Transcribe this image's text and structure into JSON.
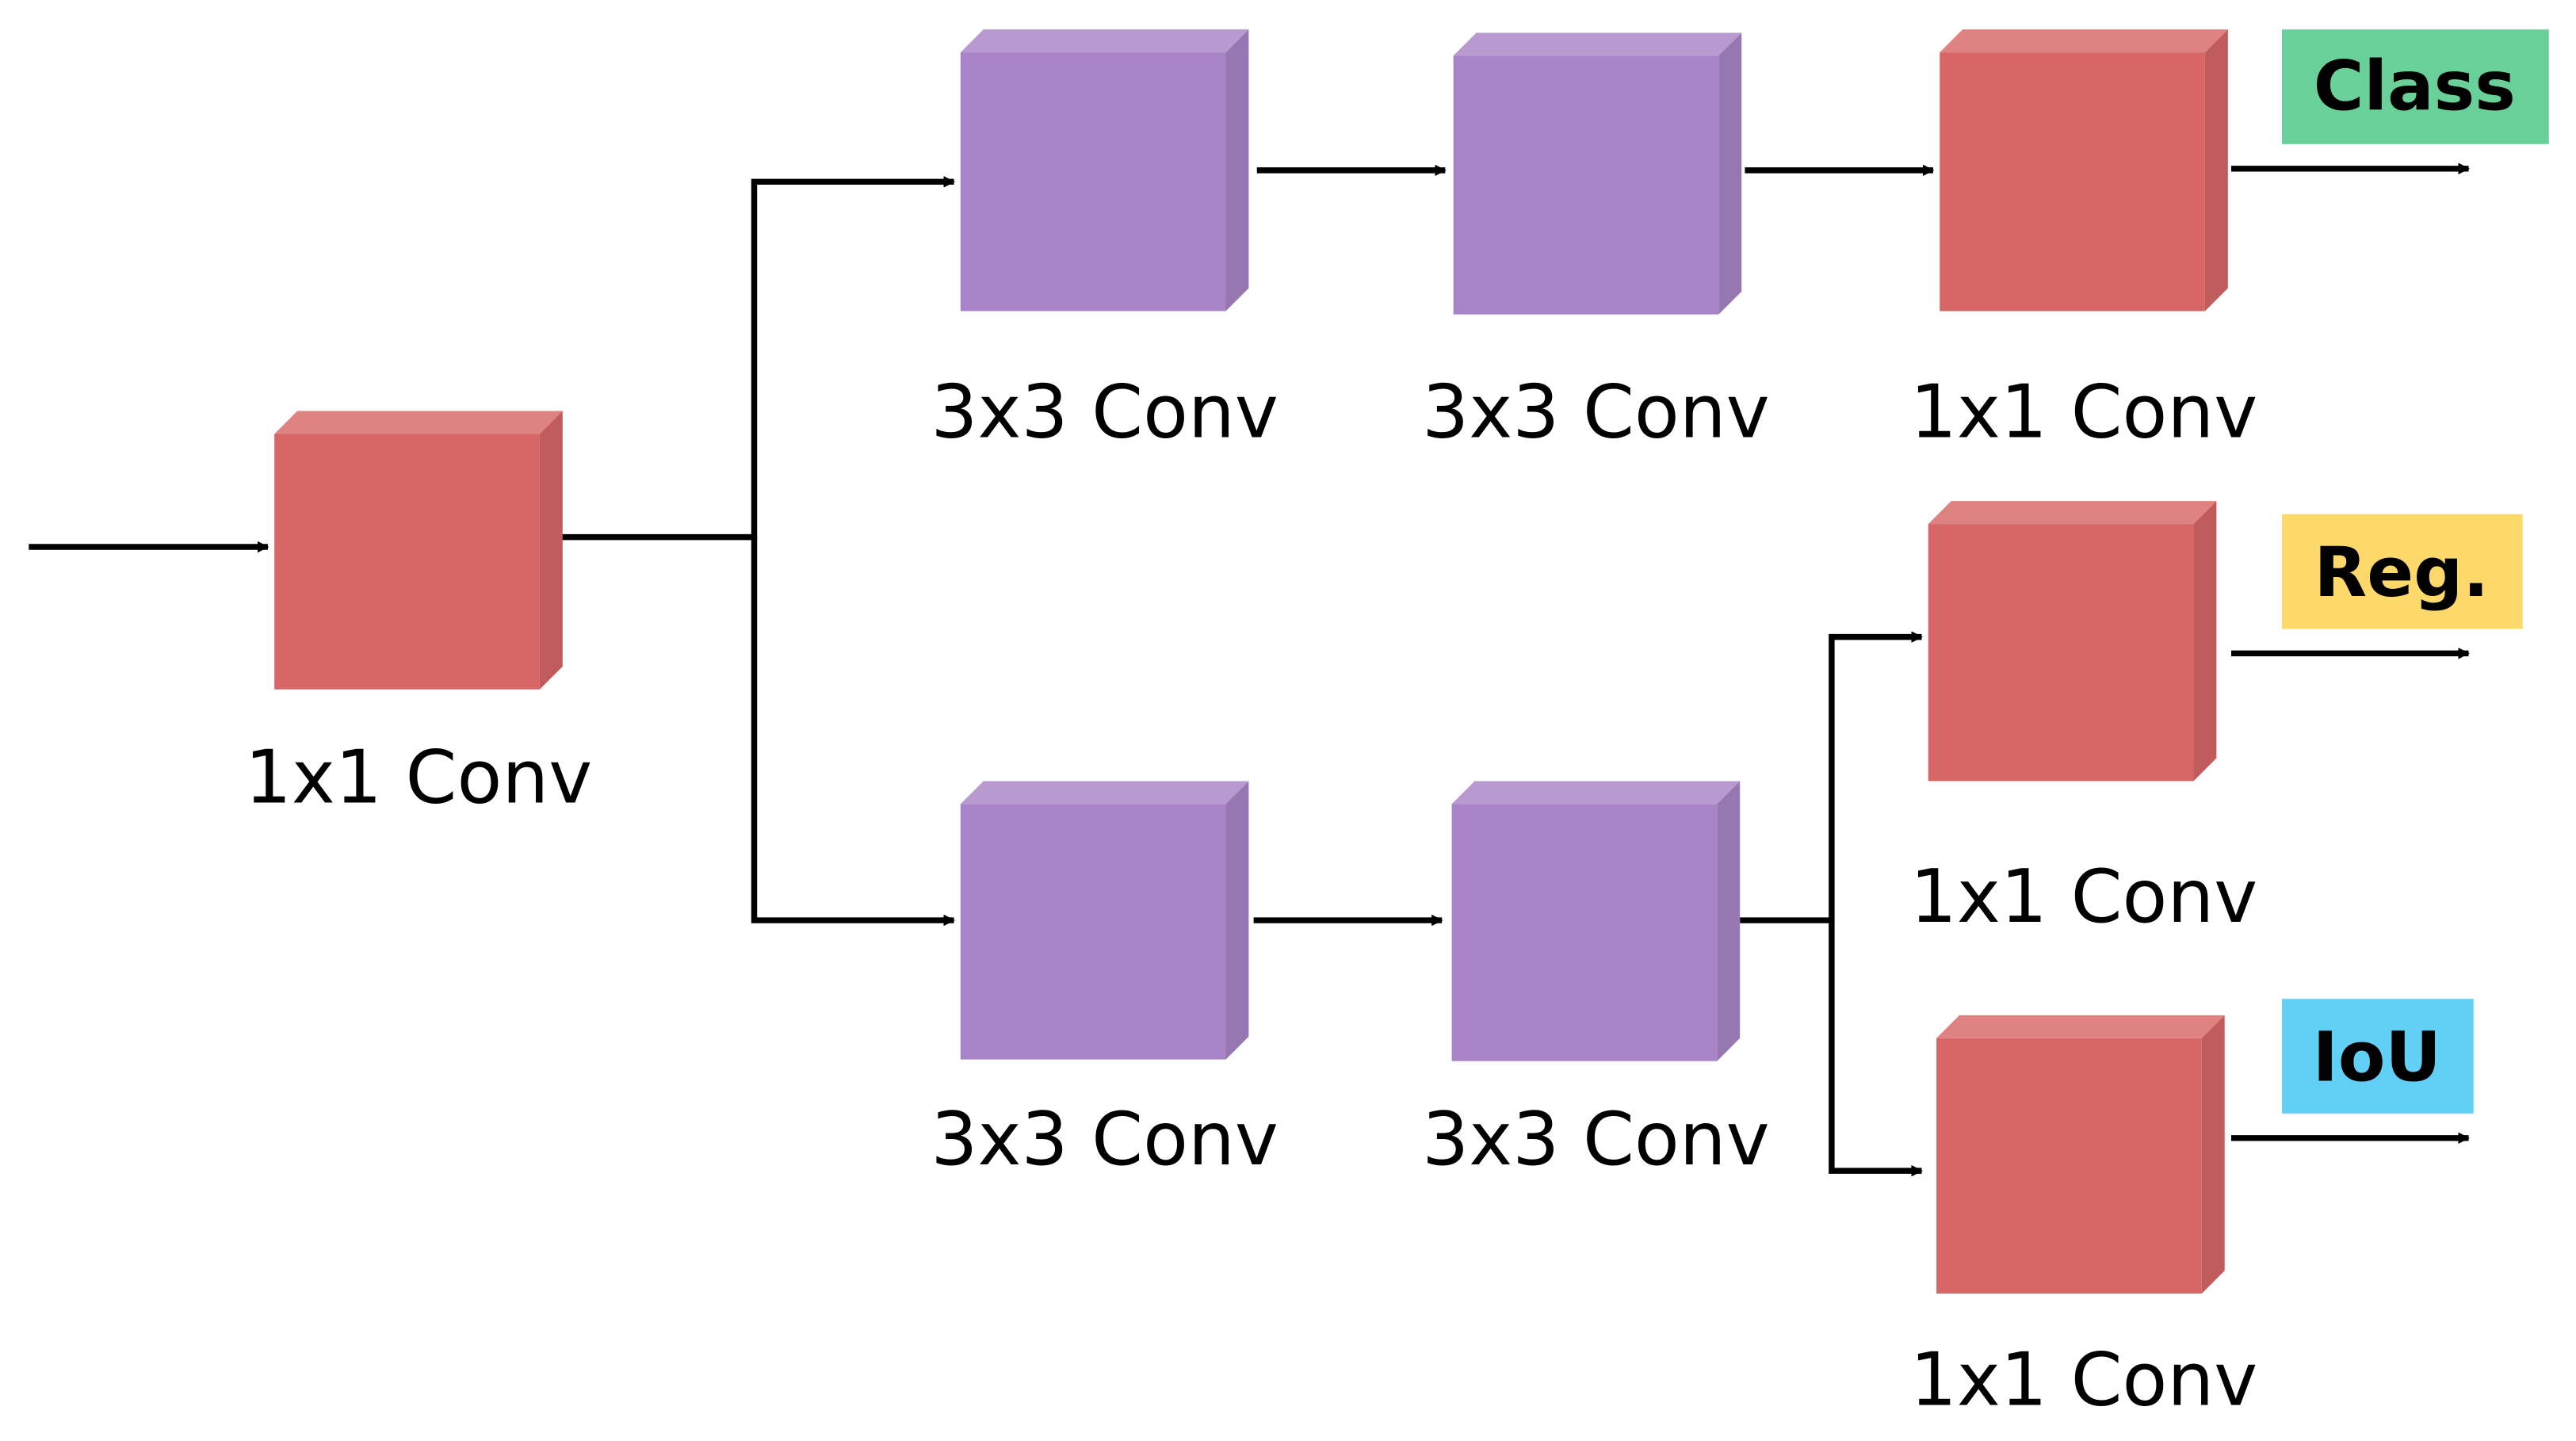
{
  "colors": {
    "conv1x1": "#d86666",
    "conv3x3": "#a884c6",
    "class_tag": "#6ad09a",
    "reg_tag": "#fdd96c",
    "iou_tag": "#62cff5",
    "arrow": "#000000"
  },
  "blocks": {
    "input": {
      "label": "1x1 Conv"
    },
    "cls_a": {
      "label": "3x3 Conv"
    },
    "cls_b": {
      "label": "3x3 Conv"
    },
    "cls_out": {
      "label": "1x1 Conv"
    },
    "reg_a": {
      "label": "3x3 Conv"
    },
    "reg_b": {
      "label": "3x3 Conv"
    },
    "reg_out": {
      "label": "1x1 Conv"
    },
    "iou_out": {
      "label": "1x1 Conv"
    }
  },
  "outputs": {
    "class": {
      "label": "Class"
    },
    "reg": {
      "label": "Reg."
    },
    "iou": {
      "label": "IoU"
    }
  }
}
